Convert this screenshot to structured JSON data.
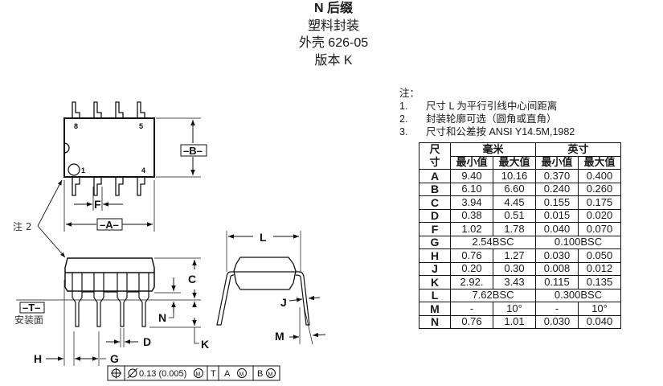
{
  "title": {
    "suffix": "N 后缀",
    "package_type": "塑料封装",
    "case": "外壳 626-05",
    "revision": "版本 K"
  },
  "notes": {
    "heading": "注：",
    "items": [
      {
        "num": "1.",
        "text": "尺寸 L 为平行引线中心间距离"
      },
      {
        "num": "2.",
        "text": "封装轮廓可选（圆角或直角）"
      },
      {
        "num": "3.",
        "text": "尺寸和公差按 ANSI Y14.5M,1982"
      }
    ]
  },
  "table": {
    "dim_header_top": "尺",
    "dim_header_bottom": "寸",
    "group_mm": "毫米",
    "group_inch": "英寸",
    "sub_headers": [
      "最小值",
      "最大值",
      "最小值",
      "最大值"
    ],
    "rows": [
      {
        "dim": "A",
        "mm_min": "9.40",
        "mm_max": "10.16",
        "in_min": "0.370",
        "in_max": "0.400"
      },
      {
        "dim": "B",
        "mm_min": "6.10",
        "mm_max": "6.60",
        "in_min": "0.240",
        "in_max": "0.260"
      },
      {
        "dim": "C",
        "mm_min": "3.94",
        "mm_max": "4.45",
        "in_min": "0.155",
        "in_max": "0.175"
      },
      {
        "dim": "D",
        "mm_min": "0.38",
        "mm_max": "0.51",
        "in_min": "0.015",
        "in_max": "0.020"
      },
      {
        "dim": "F",
        "mm_min": "1.02",
        "mm_max": "1.78",
        "in_min": "0.040",
        "in_max": "0.070"
      },
      {
        "dim": "G",
        "mm_span": "2.54BSC",
        "in_span": "0.100BSC"
      },
      {
        "dim": "H",
        "mm_min": "0.76",
        "mm_max": "1.27",
        "in_min": "0.030",
        "in_max": "0.050"
      },
      {
        "dim": "J",
        "mm_min": "0.20",
        "mm_max": "0.30",
        "in_min": "0.008",
        "in_max": "0.012"
      },
      {
        "dim": "K",
        "mm_min": "2.92.",
        "mm_max": "3.43",
        "in_min": "0.115",
        "in_max": "0.135"
      },
      {
        "dim": "L",
        "mm_span": "7.62BSC",
        "in_span": "0.300BSC"
      },
      {
        "dim": "M",
        "mm_min": "-",
        "mm_max": "10°",
        "in_min": "-",
        "in_max": "10°"
      },
      {
        "dim": "N",
        "mm_min": "0.76",
        "mm_max": "1.01",
        "in_min": "0.030",
        "in_max": "0.040"
      }
    ]
  },
  "drawing": {
    "top_view": {
      "pin_8": "8",
      "pin_5": "5",
      "pin_1": "1",
      "pin_4": "4",
      "label_B": "–B–",
      "label_F": "F",
      "label_A": "–A–"
    },
    "note_ref": "注 2",
    "side_view": {
      "label_C": "C",
      "label_N": "N",
      "label_K": "K",
      "label_D": "D",
      "label_H": "H",
      "label_G": "G",
      "datum_T": "–T–",
      "seating_plane": "安装面"
    },
    "end_view": {
      "label_L": "L",
      "label_J": "J",
      "label_M": "M"
    },
    "tolerance_frame": {
      "symbol": "position-icon",
      "value": "0.13 (0.005)",
      "modifier": "M",
      "datum_1": "T",
      "datum_2": "A",
      "datum_2_mod": "M",
      "datum_3": "B",
      "datum_3_mod": "M"
    }
  }
}
